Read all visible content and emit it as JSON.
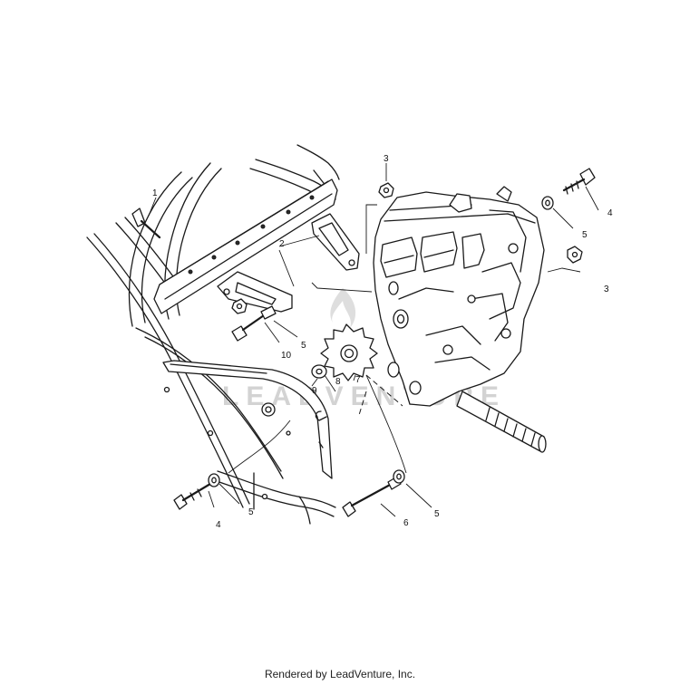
{
  "callouts": {
    "c1": "1",
    "c2": "2",
    "c3a": "3",
    "c3b": "3",
    "c4a": "4",
    "c4b": "4",
    "c5a": "5",
    "c5b": "5",
    "c5c": "5",
    "c5d": "5",
    "c6": "6",
    "c7": "7",
    "c8": "8",
    "c9": "9",
    "c10": "10"
  },
  "watermark": "LEADVENTURE",
  "credit": "Rendered by LeadVenture, Inc."
}
